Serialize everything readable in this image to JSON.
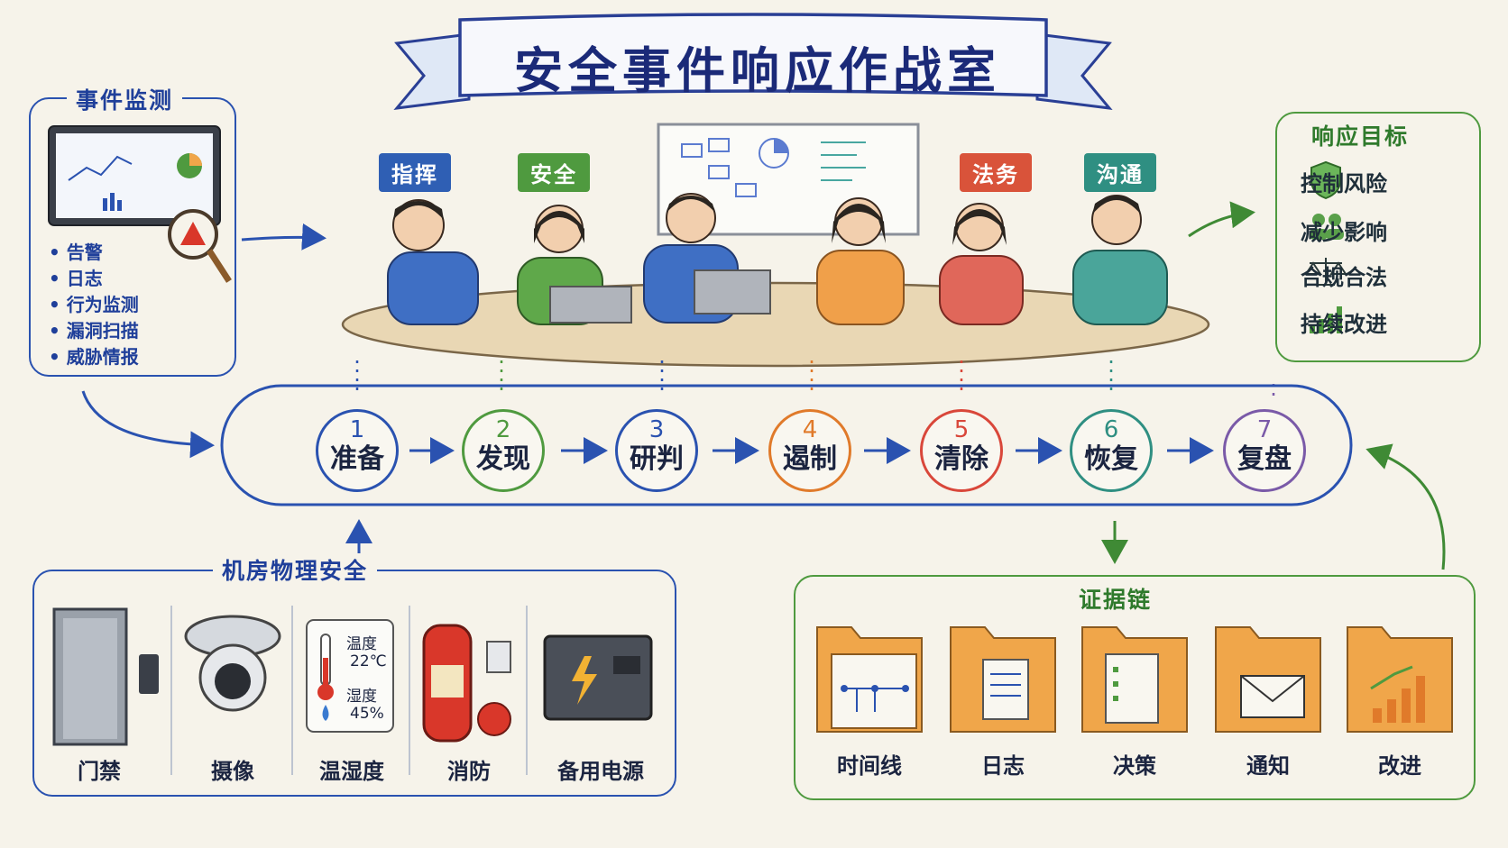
{
  "title": "安全事件响应作战室",
  "monitoring": {
    "title": "事件监测",
    "items": [
      "告警",
      "日志",
      "行为监测",
      "漏洞扫描",
      "威胁情报"
    ]
  },
  "roles": [
    {
      "label": "指挥",
      "color": "#2f5fb4"
    },
    {
      "label": "安全",
      "color": "#4f9a3f"
    },
    {
      "label": "法务",
      "color": "#d9533a"
    },
    {
      "label": "沟通",
      "color": "#2f8f82"
    }
  ],
  "goals": {
    "title": "响应目标",
    "items": [
      "控制风险",
      "减少影响",
      "合规合法",
      "持续改进"
    ]
  },
  "steps": [
    {
      "num": "1",
      "label": "准备",
      "color": "#2a52b0"
    },
    {
      "num": "2",
      "label": "发现",
      "color": "#4f9a3f"
    },
    {
      "num": "3",
      "label": "研判",
      "color": "#2a52b0"
    },
    {
      "num": "4",
      "label": "遏制",
      "color": "#e07a2a"
    },
    {
      "num": "5",
      "label": "清除",
      "color": "#d9473a"
    },
    {
      "num": "6",
      "label": "恢复",
      "color": "#2f8f82"
    },
    {
      "num": "7",
      "label": "复盘",
      "color": "#7a5aa8"
    }
  ],
  "physical": {
    "title": "机房物理安全",
    "items": [
      "门禁",
      "摄像",
      "温湿度",
      "消防",
      "备用电源"
    ],
    "temp_label": "温度",
    "temp_value": "22℃",
    "humidity_label": "湿度",
    "humidity_value": "45%"
  },
  "evidence": {
    "title": "证据链",
    "items": [
      "时间线",
      "日志",
      "决策",
      "通知",
      "改进"
    ]
  },
  "colors": {
    "blue": "#2a52b0",
    "green": "#4f9a3f",
    "folder": "#f0a64a"
  }
}
